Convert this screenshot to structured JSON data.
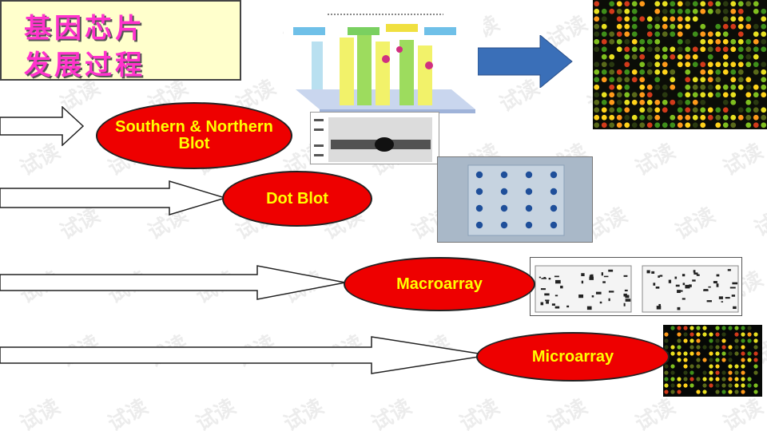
{
  "title": {
    "line1": "基因芯片",
    "line2": "发展过程"
  },
  "stages": [
    {
      "label": "Southern & Northern\nBlot"
    },
    {
      "label": "Dot  Blot"
    },
    {
      "label": "Macroarray"
    },
    {
      "label": "Microarray"
    }
  ],
  "watermark": "试读",
  "colors": {
    "title_text": "#ff33cc",
    "title_bg": "#ffffcc",
    "oval": "#ee0000",
    "oval_text": "#ffff00",
    "big_arrow": "#3a6fb8"
  }
}
